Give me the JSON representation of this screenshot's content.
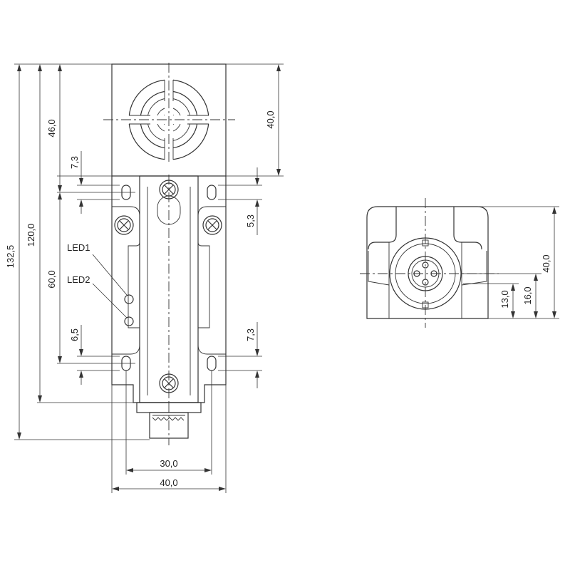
{
  "front_view": {
    "dimensions": {
      "overall_length": "132,5",
      "length_to_mount": "120,0",
      "sensing_head_46": "46,0",
      "hole_pitch_60": "60,0",
      "upper_hole_offset_left": "7,3",
      "upper_hole_offset_right": "5,3",
      "lower_hole_offset_left": "6,5",
      "lower_hole_offset_right": "7,3",
      "head_height": "40,0",
      "hole_spacing_width": "30,0",
      "overall_width": "40,0"
    },
    "labels": {
      "led1": "LED1",
      "led2": "LED2"
    }
  },
  "side_view": {
    "dimensions": {
      "height": "40,0",
      "connector_axis_16": "16,0",
      "connector_axis_13": "13,0"
    }
  }
}
